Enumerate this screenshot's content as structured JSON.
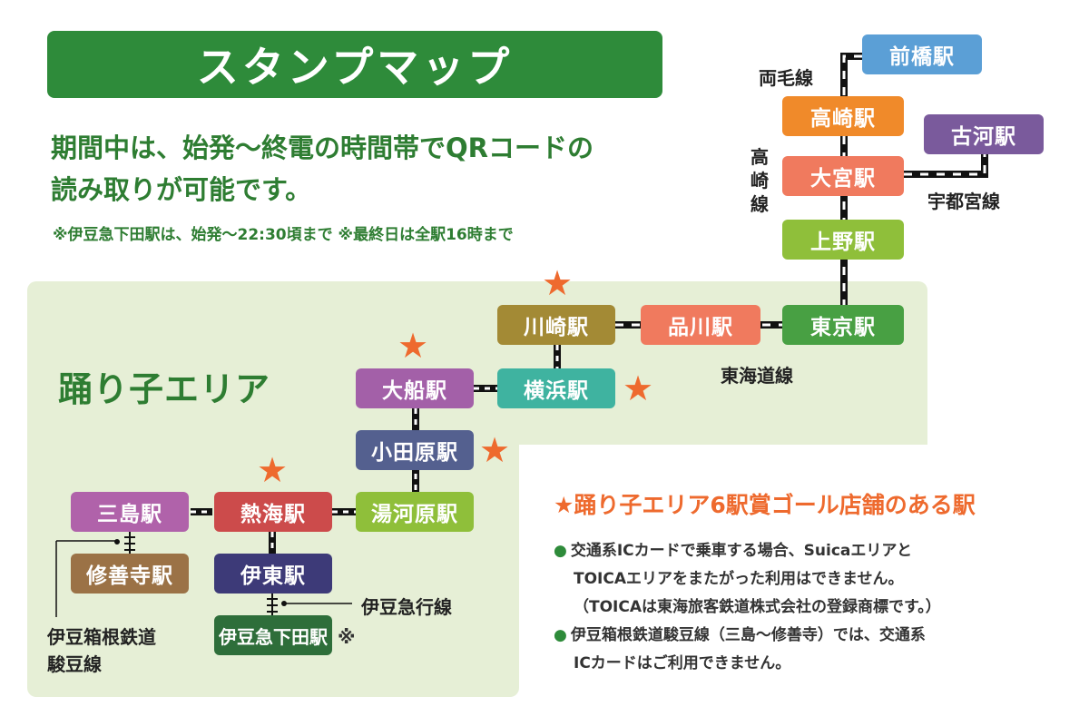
{
  "header": {
    "title": "スタンプマップ",
    "intro_line1": "期間中は、始発～終電の時間帯でQRコードの",
    "intro_line2": "読み取りが可能です。",
    "intro_note": "※伊豆急下田駅は、始発～22:30頃まで ※最終日は全駅16時まで"
  },
  "area": {
    "title": "踊り子エリア"
  },
  "stations": {
    "maebashi": "前橋駅",
    "takasaki": "高崎駅",
    "omiya": "大宮駅",
    "koga": "古河駅",
    "ueno": "上野駅",
    "tokyo": "東京駅",
    "shinagawa": "品川駅",
    "kawasaki": "川崎駅",
    "yokohama": "横浜駅",
    "ofuna": "大船駅",
    "odawara": "小田原駅",
    "yugawara": "湯河原駅",
    "atami": "熱海駅",
    "mishima": "三島駅",
    "shuzenji": "修善寺駅",
    "ito": "伊東駅",
    "izukyu_shimoda": "伊豆急下田駅"
  },
  "lines": {
    "ryomo": "両毛線",
    "takasaki_line": "高崎線",
    "utsunomiya": "宇都宮線",
    "tokaido": "東海道線",
    "izukyu": "伊豆急行線",
    "izuhakone_line1": "伊豆箱根鉄道",
    "izuhakone_line2": "駿豆線"
  },
  "shimoda_mark": "※",
  "legend": {
    "star_title": "★踊り子エリア6駅賞ゴール店舗のある駅",
    "note1_line1": "交通系ICカードで乗車する場合、Suicaエリアと",
    "note1_line2": "TOICAエリアをまたがった利用はできません。",
    "note1_line3": "（TOICAは東海旅客鉄道株式会社の登録商標です。）",
    "note2_line1": "伊豆箱根鉄道駿豆線（三島～修善寺）では、交通系",
    "note2_line2": "ICカードはご利用できません。",
    "bullet": "●"
  },
  "colors": {
    "title_green": "#2e8b3a",
    "area_bg": "#e6efd6",
    "star_orange": "#ee6a2e"
  }
}
